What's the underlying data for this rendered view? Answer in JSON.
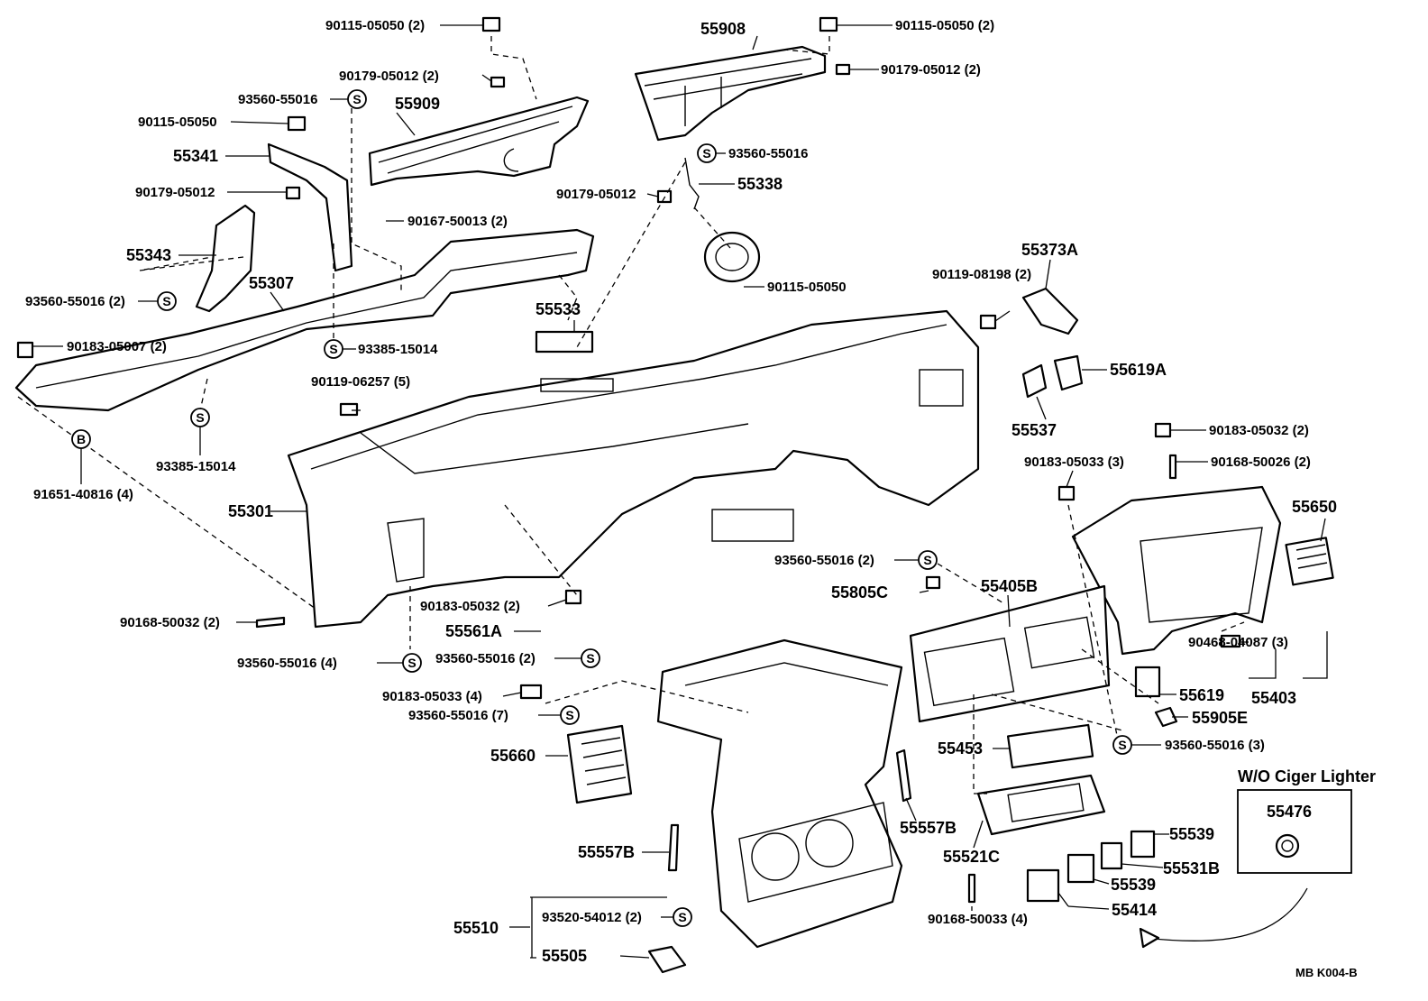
{
  "labels": {
    "p90115_05050_2a": "90115-05050 (2)",
    "p90179_05012_2a": "90179-05012 (2)",
    "p93560_55016_a": "93560-55016",
    "p55909": "55909",
    "p90115_05050_a": "90115-05050",
    "p55341": "55341",
    "p90179_05012_a": "90179-05012",
    "p90167_50013_2": "90167-50013 (2)",
    "p55343": "55343",
    "p55307": "55307",
    "p93560_55016_2a": "93560-55016 (2)",
    "p90183_05007_2": "90183-05007 (2)",
    "p93385_15014_a": "93385-15014",
    "p93385_15014_b": "93385-15014",
    "p91651_40816_4": "91651-40816 (4)",
    "p55908": "55908",
    "p90115_05050_2b": "90115-05050 (2)",
    "p90179_05012_2b": "90179-05012 (2)",
    "p93560_55016_b": "93560-55016",
    "p90179_05012_b": "90179-05012",
    "p55338": "55338",
    "p90115_05050_b": "90115-05050",
    "p55533": "55533",
    "p55373A": "55373A",
    "p90119_08198_2": "90119-08198 (2)",
    "p55619A": "55619A",
    "p55537": "55537",
    "p90119_06257_5": "90119-06257 (5)",
    "p55301": "55301",
    "p90168_50032_2": "90168-50032 (2)",
    "p93560_55016_4": "93560-55016 (4)",
    "p90183_05032_2a": "90183-05032 (2)",
    "p55561A": "55561A",
    "p93560_55016_2b": "93560-55016 (2)",
    "p90183_05032_2b": "90183-05032 (2)",
    "p90183_05033_3": "90183-05033 (3)",
    "p90168_50026_2": "90168-50026 (2)",
    "p55650": "55650",
    "p93560_55016_2c": "93560-55016 (2)",
    "p55805C": "55805C",
    "p55405B": "55405B",
    "p90468_04087_3": "90468-04087 (3)",
    "p55619": "55619",
    "p55403": "55403",
    "p55905E": "55905E",
    "p93560_55016_3": "93560-55016 (3)",
    "p90183_05033_4": "90183-05033 (4)",
    "p93560_55016_7": "93560-55016 (7)",
    "p55660": "55660",
    "p55453": "55453",
    "p55557B_a": "55557B",
    "p55557B_b": "55557B",
    "p55521C": "55521C",
    "p55539_a": "55539",
    "p55531B": "55531B",
    "p55539_b": "55539",
    "p55414": "55414",
    "p90168_50033_4": "90168-50033 (4)",
    "p55510": "55510",
    "p93520_54012_2": "93520-54012 (2)",
    "p55505": "55505",
    "p55476": "55476",
    "wo_ciger_lighter": "W/O Ciger Lighter",
    "catalog_code": "MB  K004-B"
  },
  "markers": {
    "s": "S",
    "b": "B"
  }
}
